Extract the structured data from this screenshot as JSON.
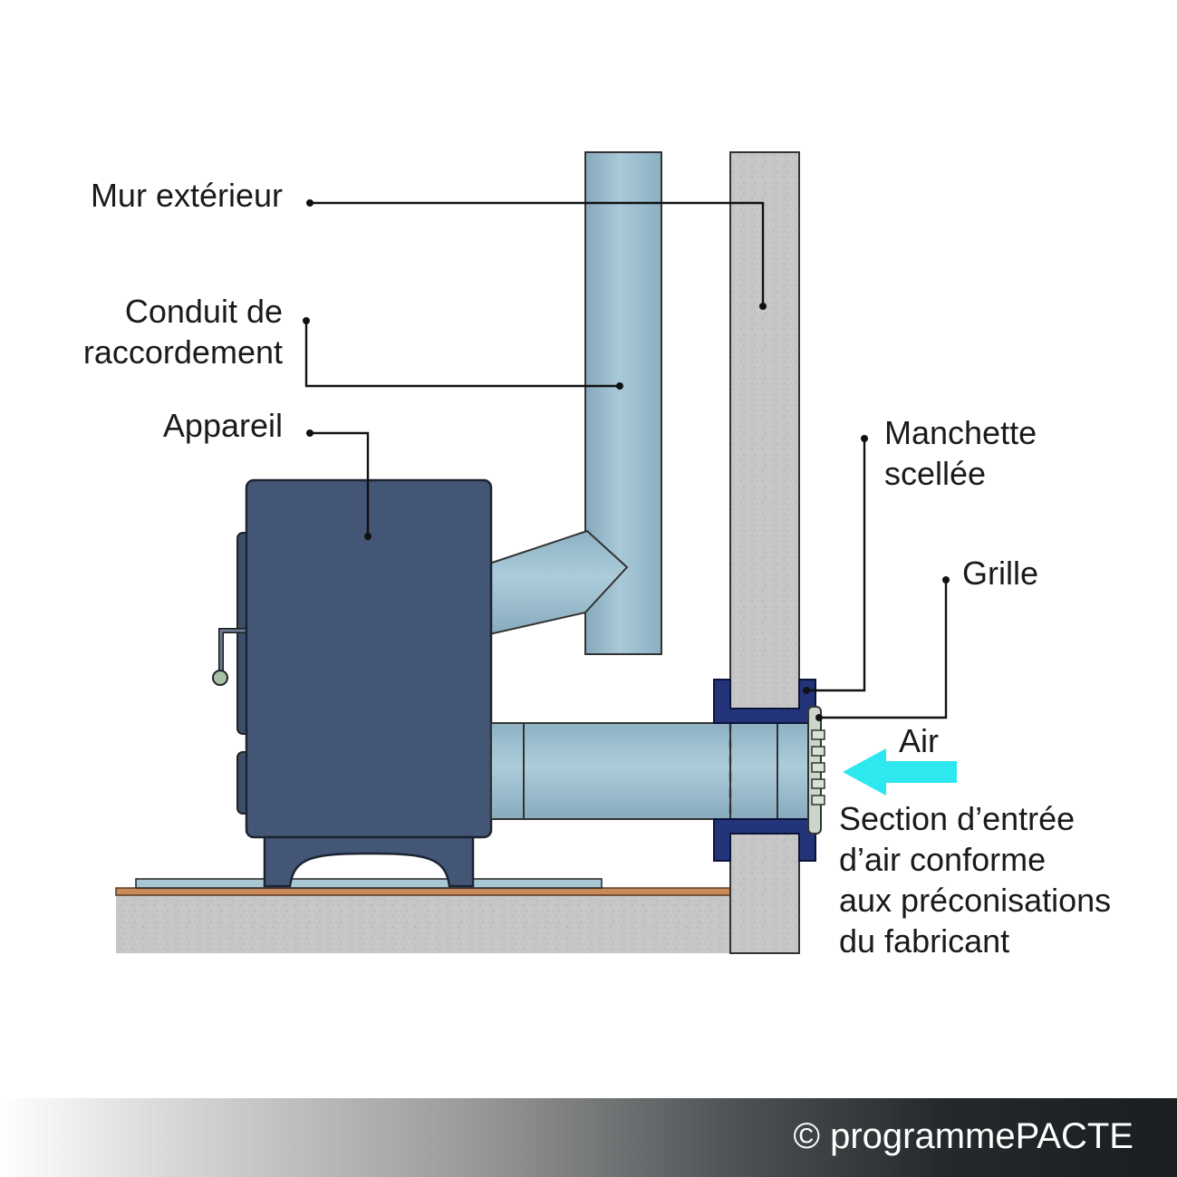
{
  "labels": {
    "mur_exterieur": "Mur extérieur",
    "conduit_line1": "Conduit de",
    "conduit_line2": "raccordement",
    "appareil": "Appareil",
    "manchette_line1": "Manchette",
    "manchette_line2": "scellée",
    "grille": "Grille",
    "air": "Air",
    "section_line1": "Section d’entrée",
    "section_line2": "d’air conforme",
    "section_line3": "aux préconisations",
    "section_line4": "du fabricant"
  },
  "copyright": "© programmePACTE",
  "colors": {
    "wall_concrete": "#c8c8c8",
    "stove_body": "#435675",
    "pipe_blue": "#9ec0d0",
    "sleeve_navy": "#23347a",
    "air_arrow": "#2ee8f0",
    "floor_strip": "#c98a5a"
  }
}
